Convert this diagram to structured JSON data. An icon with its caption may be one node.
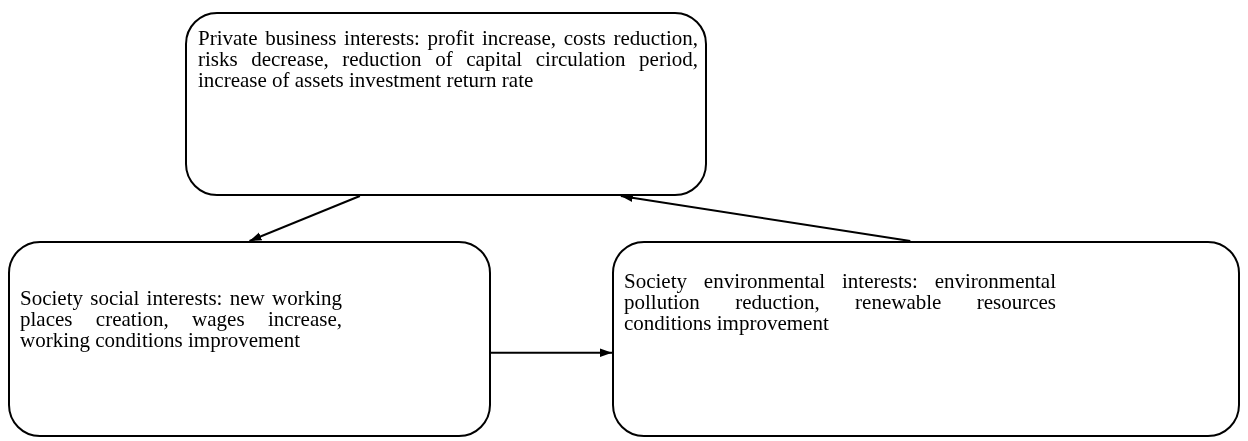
{
  "diagram": {
    "nodes": [
      {
        "text": [
          "Private business interests: profit increase, costs reduction, risks decrease, reduction of capital circulation period, increase of assets investment return rate"
        ]
      },
      {
        "text": [
          "Society social interests: new working places creation, wages increase, working conditions improvement"
        ]
      },
      {
        "text": [
          "Society environmental interests: environmental pollution reduction, renewable resources conditions improvement"
        ]
      }
    ],
    "edges": [
      {
        "from": 0,
        "to": 1,
        "arrow": "to"
      },
      {
        "from": 1,
        "to": 2,
        "arrow": "to"
      },
      {
        "from": 2,
        "to": 0,
        "arrow": "to"
      }
    ]
  }
}
